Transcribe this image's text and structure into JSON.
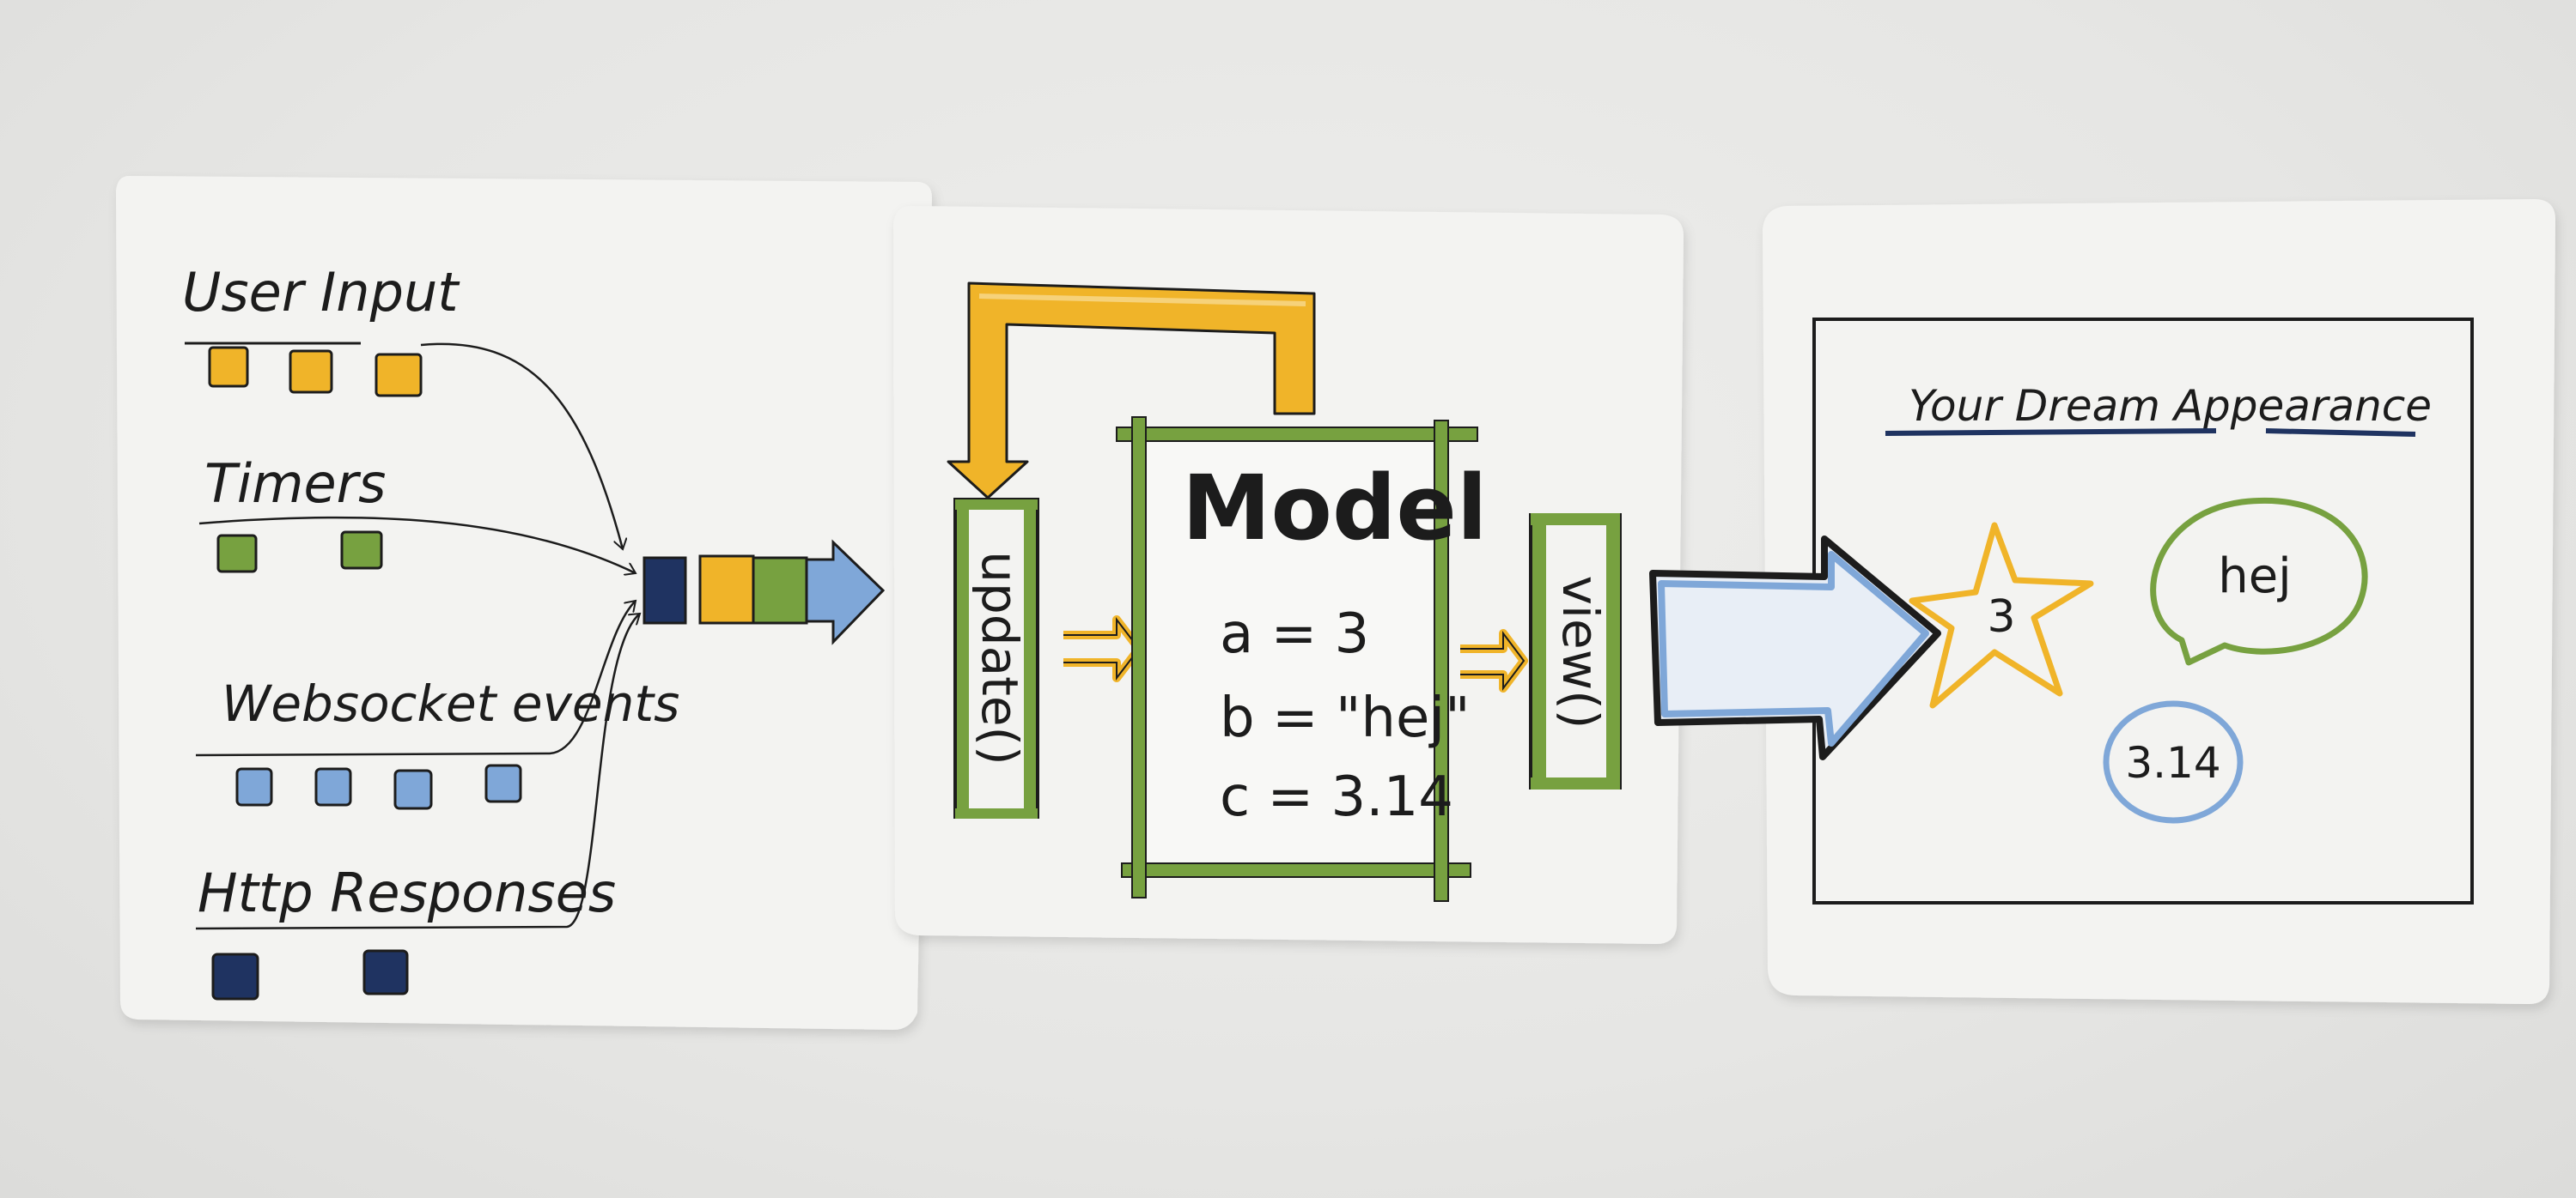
{
  "colors": {
    "yellow": "#f0b429",
    "green": "#77a140",
    "lightblue": "#7fa7d8",
    "navy": "#1f3361",
    "ink": "#1c1c1c",
    "card": "#f3f3f1"
  },
  "inputs": {
    "user_input": "User Input",
    "timers": "Timers",
    "websocket": "Websocket events",
    "http": "Http Responses"
  },
  "core": {
    "update": "update()",
    "model_title": "Model",
    "a": "a = 3",
    "b": "b = \"hej\"",
    "c": "c = 3.14",
    "view": "view()"
  },
  "output": {
    "title": "Your Dream Appearance",
    "star_value": "3",
    "bubble_value": "hej",
    "circle_value": "3.14"
  }
}
